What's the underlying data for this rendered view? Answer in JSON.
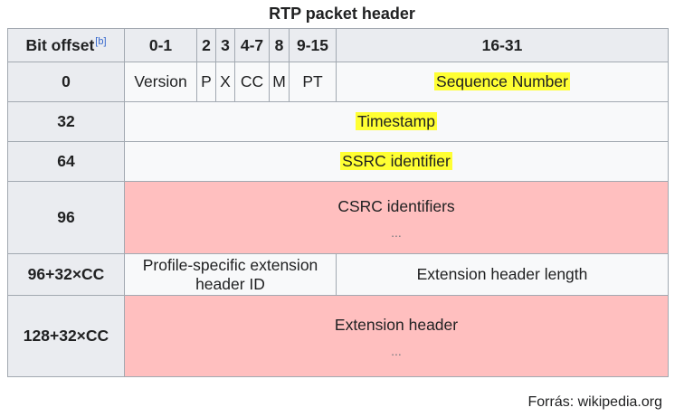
{
  "caption": "RTP packet header",
  "header": {
    "bit_offset": "Bit offset",
    "note_ref": "[b]",
    "cols": [
      "0-1",
      "2",
      "3",
      "4-7",
      "8",
      "9-15",
      "16-31"
    ]
  },
  "rows": {
    "r0": {
      "offset": "0",
      "version": "Version",
      "p": "P",
      "x": "X",
      "cc": "CC",
      "m": "M",
      "pt": "PT",
      "seq": "Sequence Number"
    },
    "r32": {
      "offset": "32",
      "field": "Timestamp"
    },
    "r64": {
      "offset": "64",
      "field": "SSRC identifier"
    },
    "r96": {
      "offset": "96",
      "field": "CSRC identifiers",
      "ellipsis": "..."
    },
    "r96cc": {
      "offset": "96+32×CC",
      "left": "Profile-specific extension header ID",
      "right": "Extension header length"
    },
    "r128": {
      "offset": "128+32×CC",
      "field": "Extension header",
      "ellipsis": "..."
    }
  },
  "source": "Forrás: wikipedia.org",
  "colors": {
    "highlight": "#ffff33",
    "optional_fill": "#ffbfbf",
    "header_fill": "#eaecf0",
    "cell_fill": "#f8f9fa",
    "border": "#a2a9b1",
    "link": "#3366cc"
  }
}
